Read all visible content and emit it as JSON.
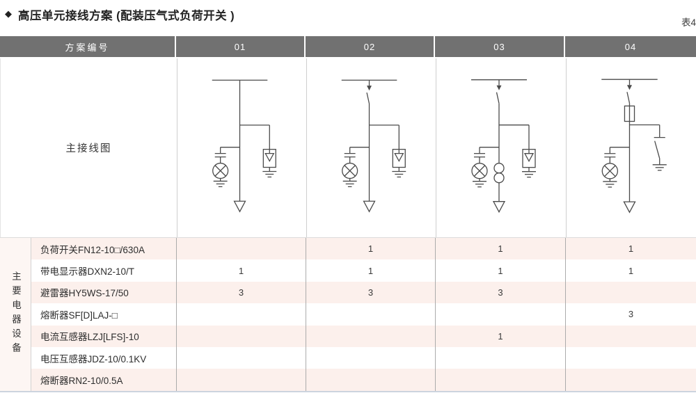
{
  "page": {
    "title": "高压单元接线方案 (配装压气式负荷开关 )",
    "title_bullet": "◆",
    "table_tag": "表4"
  },
  "table": {
    "header": {
      "scheme_label": "方案编号",
      "columns": [
        "01",
        "02",
        "03",
        "04"
      ]
    },
    "diagram_row_label": "主接线图",
    "equipment_group_label": "主要电器设备",
    "rows": [
      {
        "name": "负荷开关FN12-10□/630A",
        "values": [
          "",
          "1",
          "1",
          "1"
        ]
      },
      {
        "name": "带电显示器DXN2-10/T",
        "values": [
          "1",
          "1",
          "1",
          "1"
        ]
      },
      {
        "name": "避雷器HY5WS-17/50",
        "values": [
          "3",
          "3",
          "3",
          ""
        ]
      },
      {
        "name": "熔断器SF[D]LAJ-□",
        "values": [
          "",
          "",
          "",
          "3"
        ]
      },
      {
        "name": "电流互感器LZJ[LFS]-10",
        "values": [
          "",
          "",
          "1",
          ""
        ]
      },
      {
        "name": "电压互感器JDZ-10/0.1KV",
        "values": [
          "",
          "",
          "",
          ""
        ]
      },
      {
        "name": "熔断器RN2-10/0.5A",
        "values": [
          "",
          "",
          "",
          ""
        ]
      }
    ],
    "diagrams": [
      {
        "scheme": "01",
        "components": [
          "busbar",
          "surge-arrester",
          "voltage-indicator",
          "cable-outlet"
        ]
      },
      {
        "scheme": "02",
        "components": [
          "busbar",
          "load-switch",
          "surge-arrester",
          "voltage-indicator",
          "cable-outlet"
        ]
      },
      {
        "scheme": "03",
        "components": [
          "busbar",
          "load-switch",
          "surge-arrester",
          "voltage-indicator",
          "current-transformer",
          "cable-outlet"
        ]
      },
      {
        "scheme": "04",
        "components": [
          "busbar",
          "load-switch",
          "fuse",
          "earthing-switch",
          "voltage-indicator",
          "cable-outlet"
        ]
      }
    ]
  },
  "colors": {
    "header_bg": "#717171",
    "header_text": "#ffffff",
    "row_stripe": "#fcf0ec",
    "group_col_bg": "#fdf6f3",
    "grid_line_dark": "#ababab",
    "diagram_stroke": "#4a4a4a",
    "bottom_border": "#ccd4de",
    "text_primary": "#222222"
  }
}
